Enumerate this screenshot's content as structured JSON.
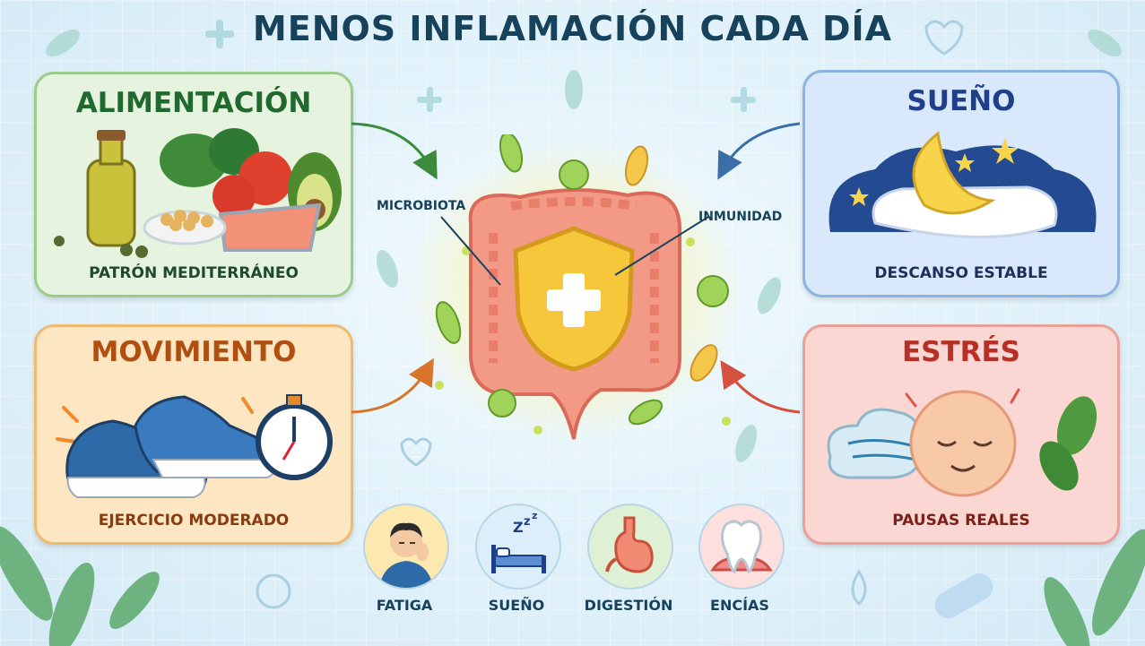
{
  "title": "MENOS INFLAMACIÓN CADA DÍA",
  "cards": {
    "food": {
      "heading": "ALIMENTACIÓN",
      "caption": "PATRÓN MEDITERRÁNEO",
      "accent": "#1f6a2c"
    },
    "move": {
      "heading": "MOVIMIENTO",
      "caption": "EJERCICIO MODERADO",
      "accent": "#b14f12"
    },
    "sleep": {
      "heading": "SUEÑO",
      "caption": "DESCANSO ESTABLE",
      "accent": "#1f3f8a"
    },
    "stress": {
      "heading": "ESTRÉS",
      "caption": "PAUSAS REALES",
      "accent": "#b82f25"
    }
  },
  "center": {
    "left_label": "MICROBIOTA",
    "right_label": "INMUNIDAD"
  },
  "symptoms": [
    {
      "label": "FATIGA",
      "icon": "tired-person-icon"
    },
    {
      "label": "SUEÑO",
      "icon": "bed-sleep-icon"
    },
    {
      "label": "DIGESTIÓN",
      "icon": "stomach-icon"
    },
    {
      "label": "ENCÍAS",
      "icon": "tooth-icon"
    }
  ]
}
